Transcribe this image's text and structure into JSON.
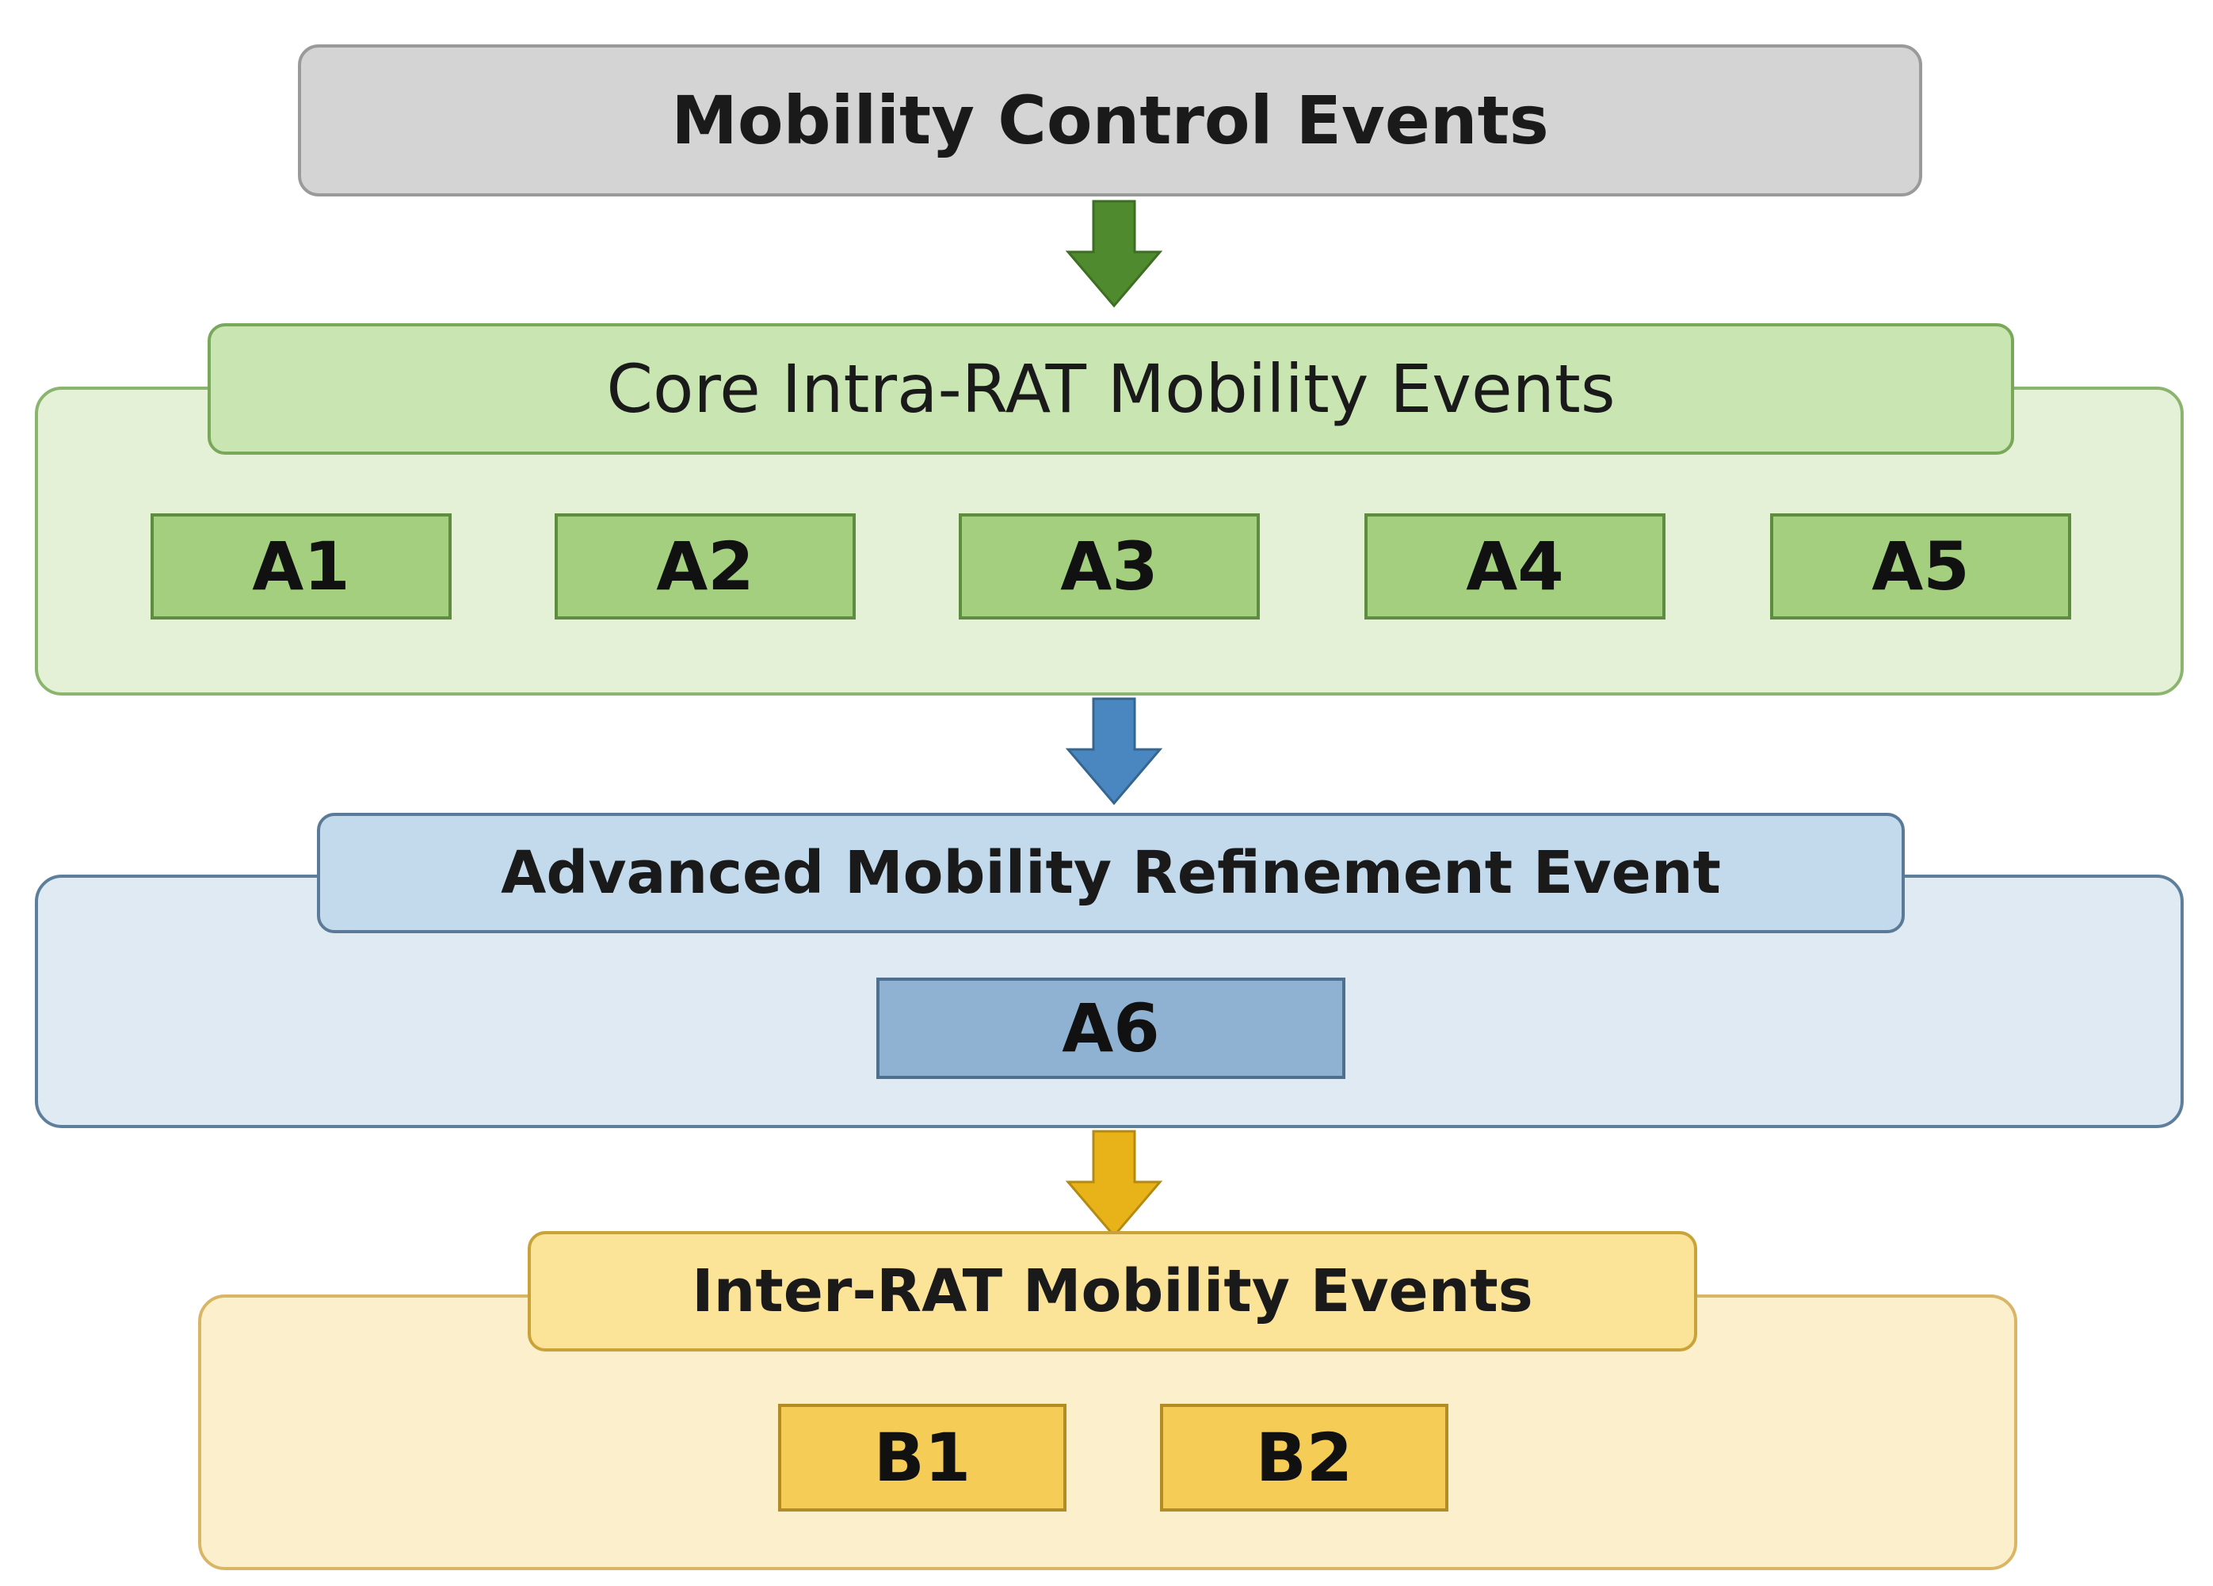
{
  "top": {
    "label": "Mobility Control Events"
  },
  "core": {
    "header": "Core Intra-RAT Mobility Events",
    "items": [
      "A1",
      "A2",
      "A3",
      "A4",
      "A5"
    ]
  },
  "advanced": {
    "header": "Advanced Mobility Refinement Event",
    "items": [
      "A6"
    ]
  },
  "inter": {
    "header": "Inter-RAT Mobility Events",
    "items": [
      "B1",
      "B2"
    ]
  },
  "colors": {
    "top_fill": "#d4d4d4",
    "core_fill": "#e4f1d6",
    "core_item": "#a4cf7f",
    "advanced_fill": "#dfeaf3",
    "advanced_item": "#8fb2d2",
    "inter_fill": "#fcf0cc",
    "inter_item": "#f5cd56",
    "arrow_green": "#4f8a2f",
    "arrow_blue": "#4a86c0",
    "arrow_yellow": "#e8b319"
  }
}
